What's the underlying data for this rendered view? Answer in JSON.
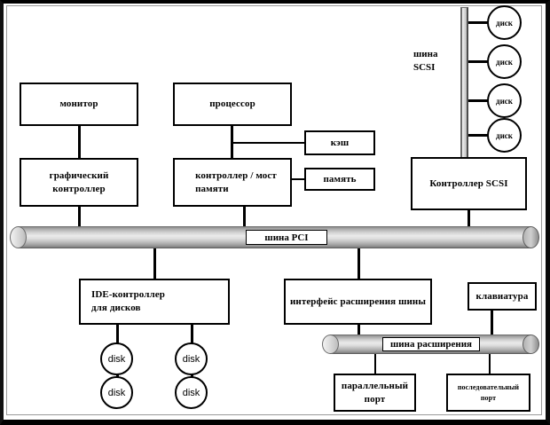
{
  "diagram": {
    "title": "Computer system bus architecture block diagram",
    "colors": {
      "line": "#000000",
      "box_fill": "#ffffff",
      "bus_fill": "#d2d2d2",
      "frame": "#000000"
    },
    "labels": {
      "scsi_bus": "шина\nSCSI",
      "scsi_bus_line1": "шина",
      "scsi_bus_line2": "SCSI",
      "pci_bus": "шина PCI",
      "expansion_bus": "шина расширения"
    },
    "boxes": {
      "monitor": "монитор",
      "graphics_controller_line1": "графический",
      "graphics_controller_line2": "контроллер",
      "processor": "процессор",
      "memory_controller_line1": "контроллер / мост",
      "memory_controller_line2": "памяти",
      "cache": "кэш",
      "memory": "память",
      "scsi_controller": "Контроллер SCSI",
      "ide_controller_line1": "IDE-контроллер",
      "ide_controller_line2": "для дисков",
      "expansion_interface": "интерфейс расширения шины",
      "keyboard": "клавиатура",
      "parallel_port_line1": "параллельный",
      "parallel_port_line2": "порт",
      "serial_port_line1": "последовательный",
      "serial_port_line2": "порт"
    },
    "scsi_disks": [
      {
        "label": "диск"
      },
      {
        "label": "диск"
      },
      {
        "label": "диск"
      },
      {
        "label": "диск"
      }
    ],
    "ide_disks": [
      {
        "label": "disk"
      },
      {
        "label": "disk"
      },
      {
        "label": "disk"
      },
      {
        "label": "disk"
      }
    ]
  }
}
